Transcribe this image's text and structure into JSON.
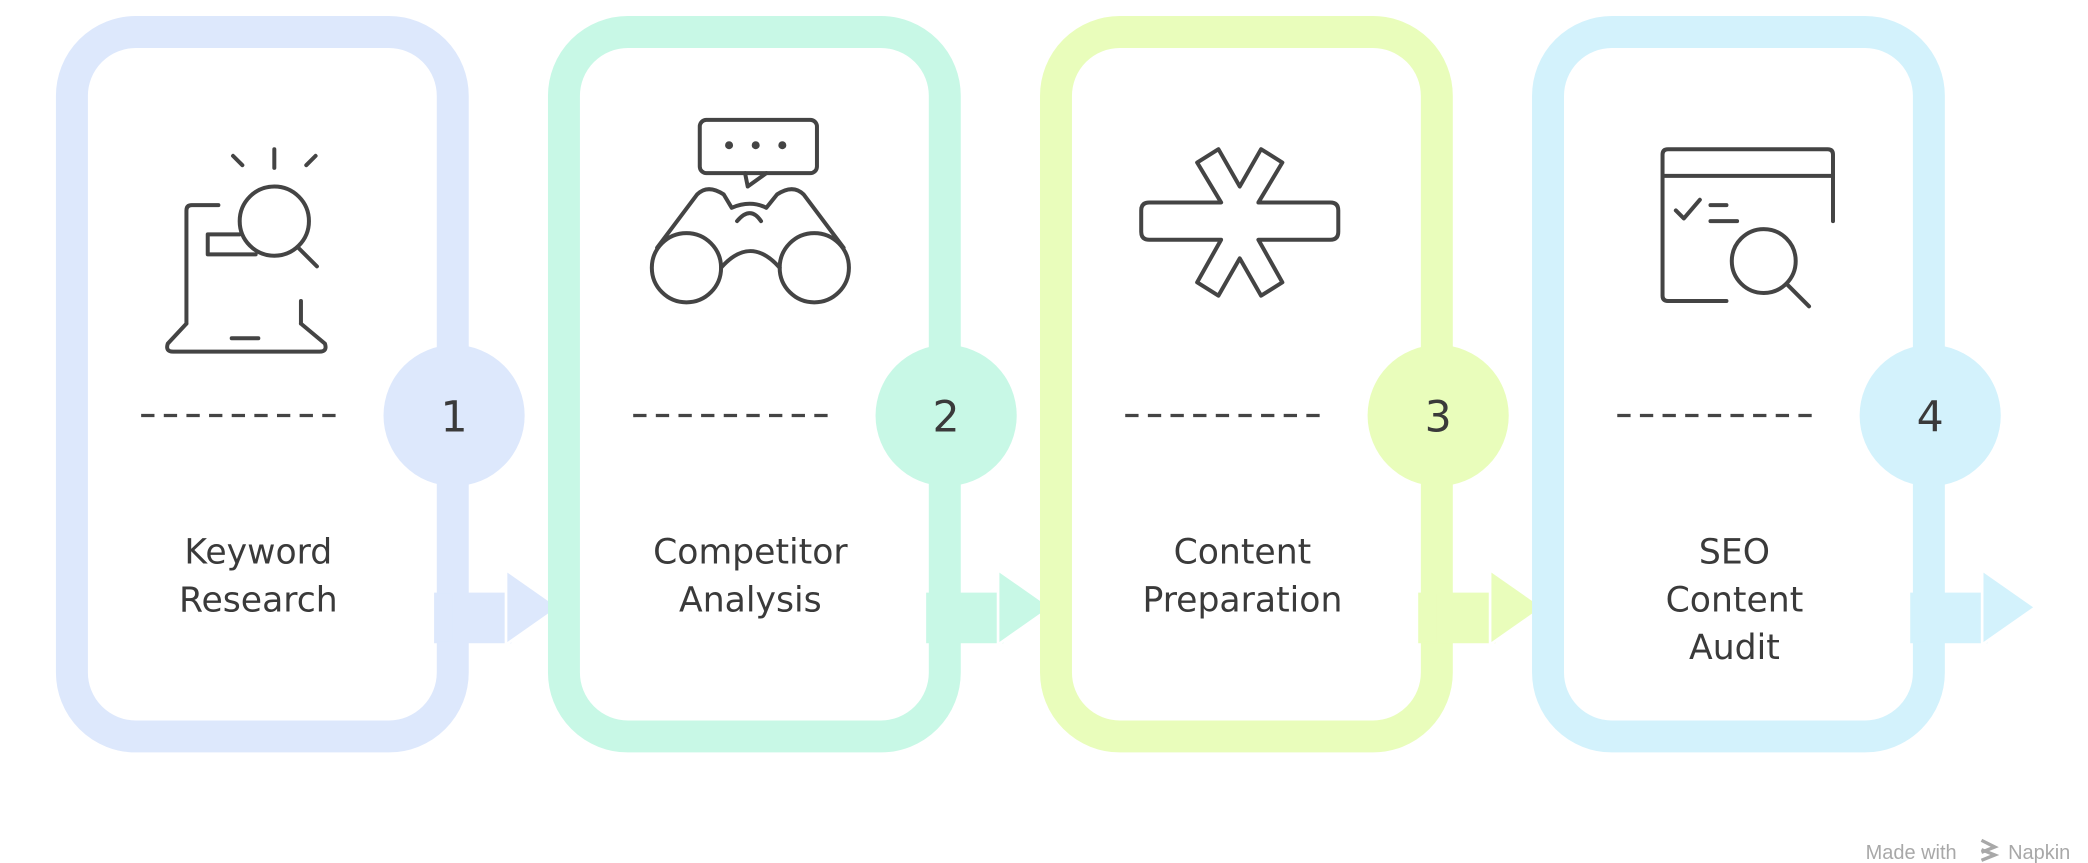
{
  "steps": [
    {
      "number": "1",
      "label_lines": [
        "Keyword",
        "Research"
      ],
      "color": "#dde8fc",
      "icon": "laptop-search-icon"
    },
    {
      "number": "2",
      "label_lines": [
        "Competitor",
        "Analysis"
      ],
      "color": "#c8f8e6",
      "icon": "binoculars-chat-icon"
    },
    {
      "number": "3",
      "label_lines": [
        "Content",
        "Preparation"
      ],
      "color": "#e9fdbb",
      "icon": "asterisk-icon"
    },
    {
      "number": "4",
      "label_lines": [
        "SEO",
        "Content",
        "Audit"
      ],
      "color": "#d3f2fc",
      "icon": "browser-audit-search-icon"
    }
  ],
  "credit": {
    "text": "Made with",
    "brand": "Napkin"
  }
}
